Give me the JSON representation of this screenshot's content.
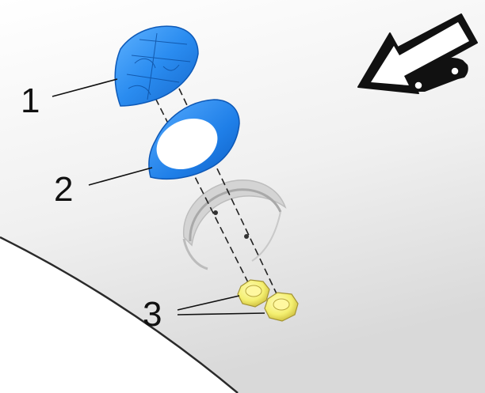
{
  "callouts": [
    {
      "label": "1",
      "part": "crest"
    },
    {
      "label": "2",
      "part": "seal"
    },
    {
      "label": "3",
      "part": "nuts"
    }
  ],
  "icons": {
    "direction": "arrow-with-car-icon"
  },
  "colors": {
    "crest_blue": "#2a8cf0",
    "seal_blue": "#1f7fe8",
    "nut_yellow": "#f4ef70",
    "panel_gray": "#e6e6e6",
    "ink": "#111111"
  }
}
